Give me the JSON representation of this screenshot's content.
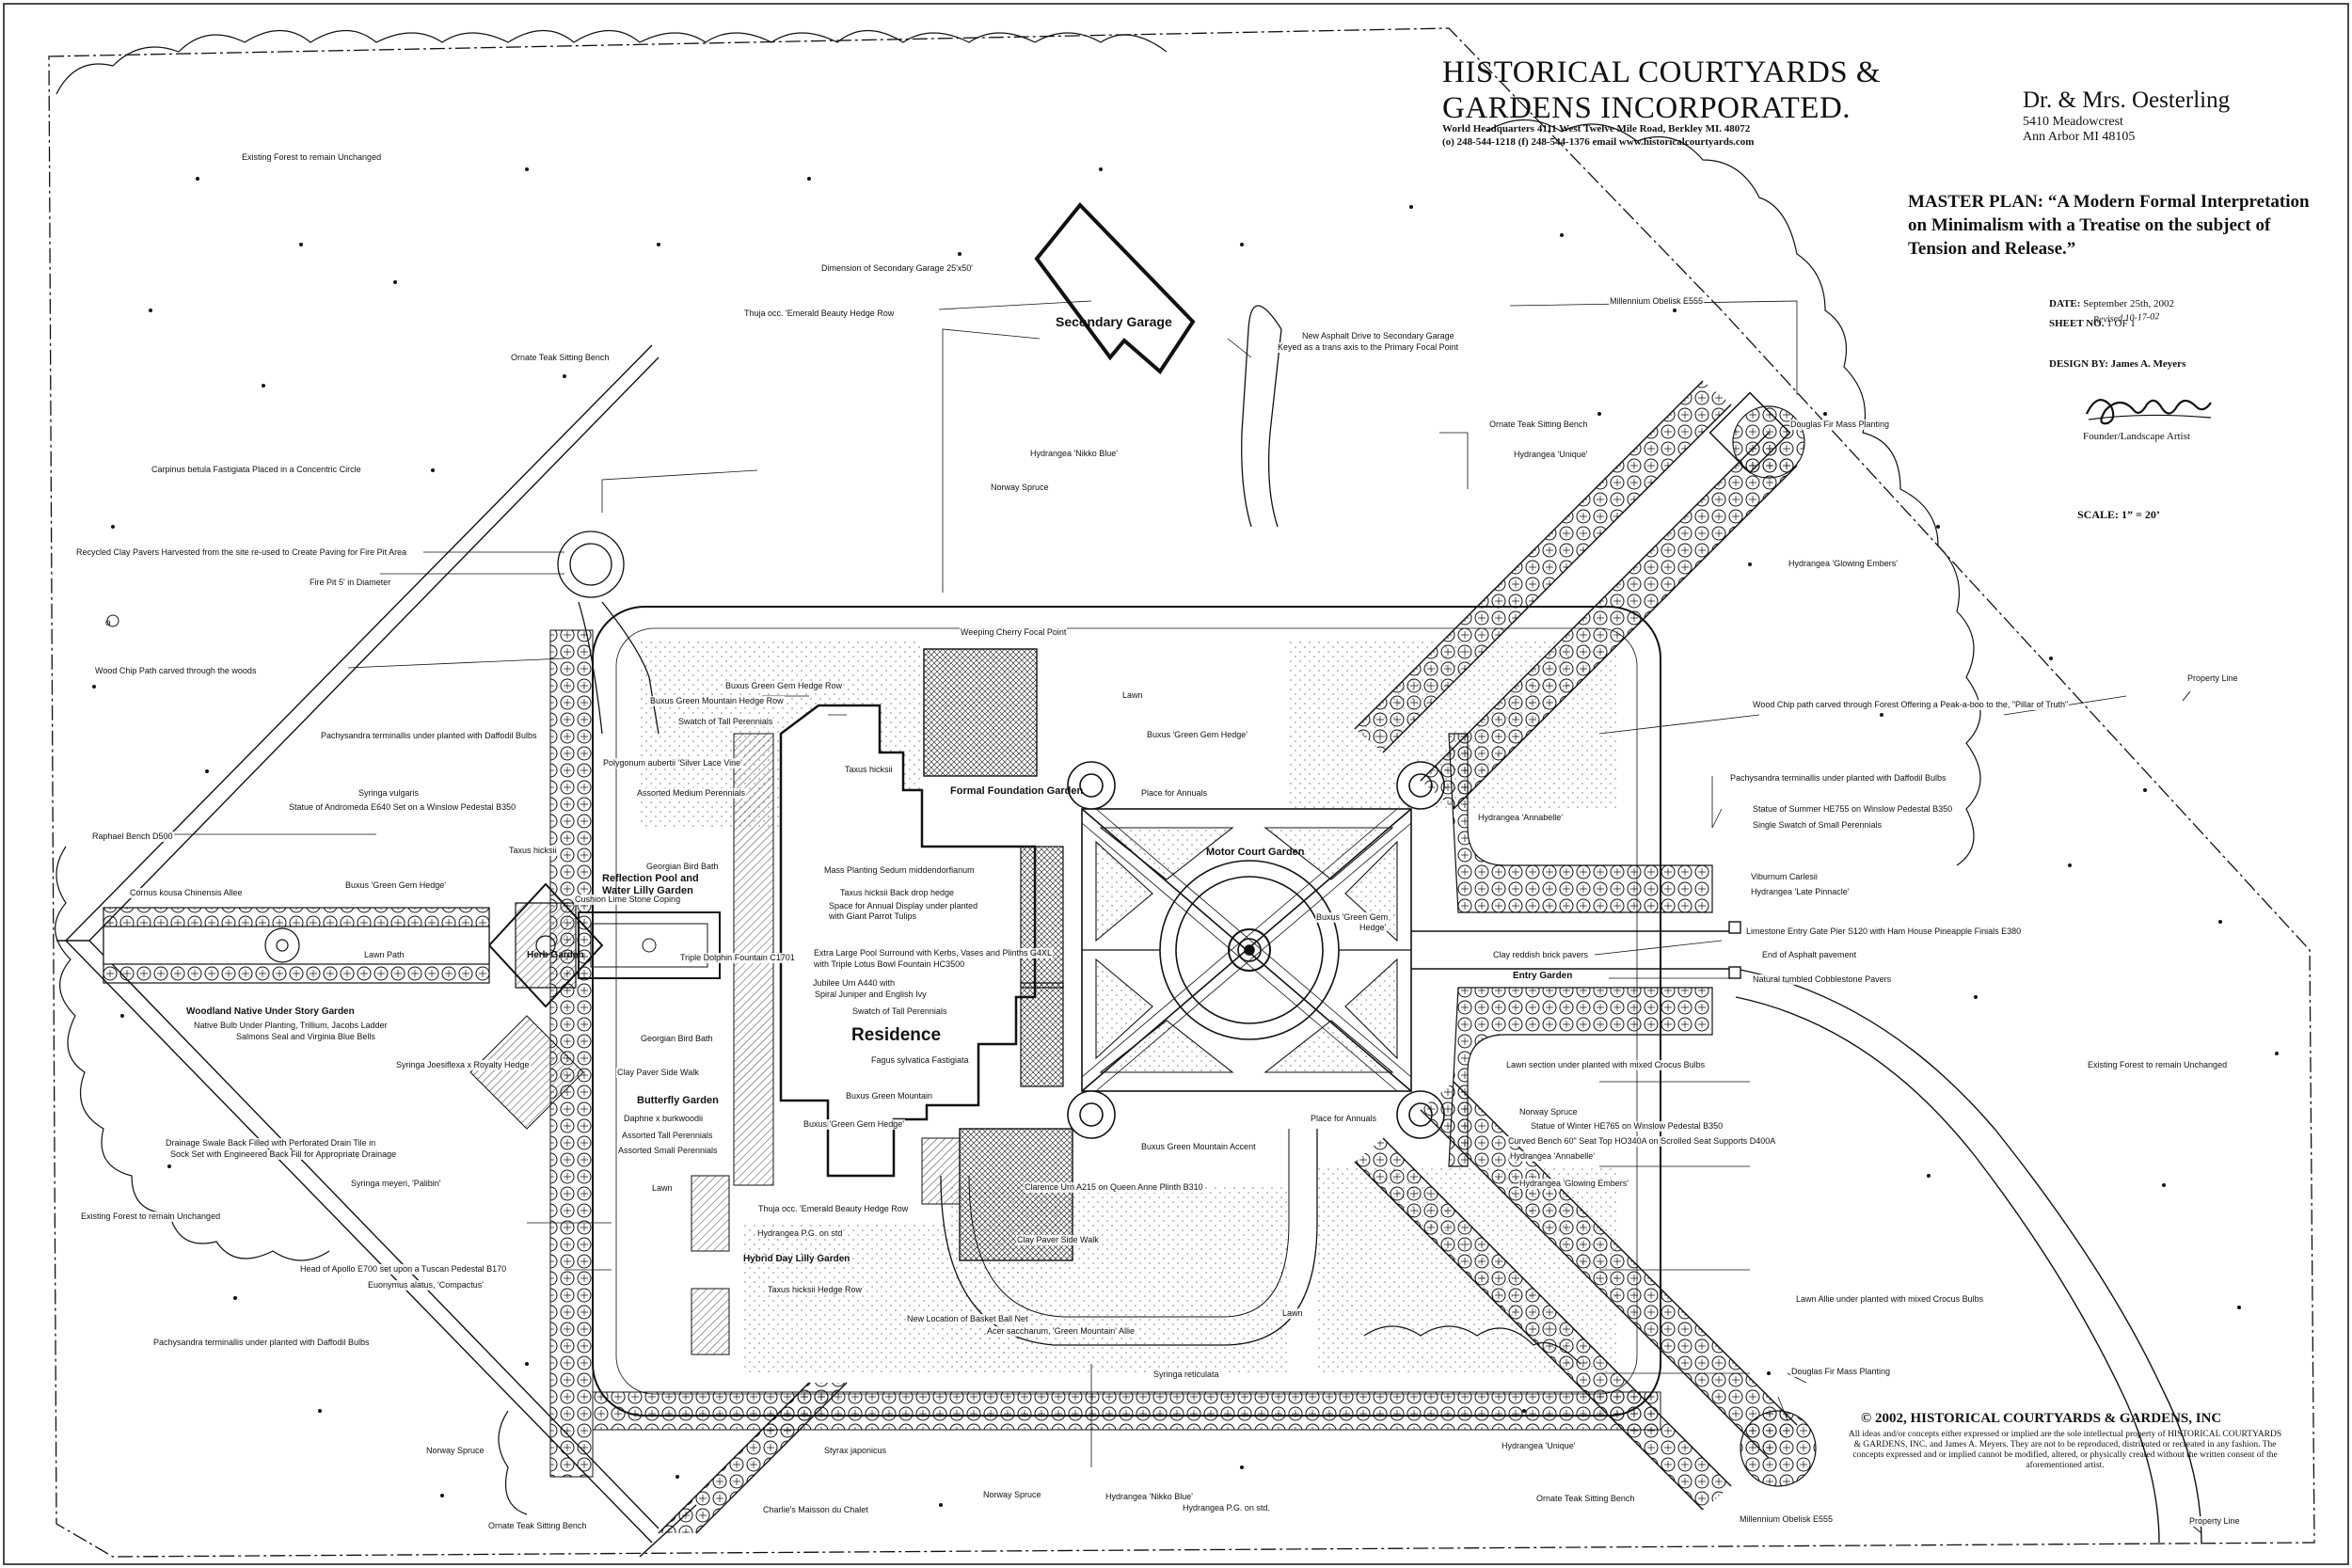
{
  "firm": {
    "name_line1": "HISTORICAL COURTYARDS &",
    "name_line2": "GARDENS INCORPORATED.",
    "address": "World Headquarters 4111 West Twelve Mile Road, Berkley MI. 48072",
    "contact": "(o) 248-544-1218   (f) 248-544-1376   email www.historicalcourtyards.com"
  },
  "client": {
    "name": "Dr. & Mrs. Oesterling",
    "street": "5410 Meadowcrest",
    "city": "Ann Arbor MI 48105"
  },
  "title_block": {
    "master_plan": "MASTER PLAN: “A Modern Formal Interpretation on Minimalism with a Treatise on the subject of Tension and Release.”",
    "date_label": "DATE:",
    "date_value": "September 25th, 2002",
    "revised": "Revised 10-17-02",
    "sheet_label": "SHEET NO.",
    "sheet_value": "1 OF 1",
    "designer_label": "DESIGN BY:",
    "designer_value": "James A. Meyers",
    "designer_title": "Founder/Landscape Artist",
    "scale_label": "SCALE:",
    "scale_value": "1” = 20’"
  },
  "copyright": {
    "line": "© 2002, HISTORICAL COURTYARDS & GARDENS, INC",
    "text": "All ideas and/or concepts either expressed or implied are the sole intellectual property of HISTORICAL COURTYARDS & GARDENS, INC. and James A. Meyers. They are not to be reproduced, distributed or recreated in any fashion. The concepts expressed and or implied cannot be modified, altered, or physically created without the written consent of the aforementioned artist."
  },
  "garden_titles": {
    "secondary_garage": "Secondary Garage",
    "formal_foundation": "Formal Foundation Garden",
    "motor_court": "Motor Court Garden",
    "reflection_pool": "Reflection Pool and Water Lilly Garden",
    "residence": "Residence",
    "butterfly": "Butterfly Garden",
    "hybrid_day_lilly": "Hybrid Day Lilly Garden",
    "woodland": "Woodland Native Under Story Garden",
    "entry": "Entry Garden",
    "herb": "Herb Garden"
  },
  "labels": {
    "existing_forest_top": "Existing Forest to remain Unchanged",
    "dimension_garage": "Dimension of Secondary Garage 25'x50'",
    "thuja_top": "Thuja occ. 'Emerald Beauty Hedge Row",
    "new_drive": "New Asphalt Drive to Secondary Garage",
    "new_drive_2": "Keyed as a trans axis to the Primary Focal Point",
    "obelisk_top": "Millennium Obelisk E555",
    "teak_top_left": "Ornate Teak Sitting Bench",
    "teak_top_right": "Ornate Teak Sitting Bench",
    "douglas_top": "Douglas Fir Mass Planting",
    "hydrangea_unique_top": "Hydrangea 'Unique'",
    "carpinus": "Carpinus betula Fastigiata  Placed in a Concentric Circle",
    "hydrangea_nikko_top": "Hydrangea 'Nikko Blue'",
    "norway_top": "Norway Spruce",
    "recycled_clay": "Recycled Clay Pavers Harvested from the site re-used to Create Paving for Fire Pit Area",
    "fire_pit": "Fire Pit 5' in Diameter",
    "glowing_top": "Hydrangea 'Glowing Embers'",
    "weeping_cherry": "Weeping Cherry Focal Point",
    "wood_chip_left": "Wood Chip Path carved through the woods",
    "property_line_top": "Property Line",
    "buxus_gg_row": "Buxus Green Gem Hedge Row",
    "buxus_gm_row": "Buxus Green Mountain Hedge Row",
    "lawn_top": "Lawn",
    "swatch_tall_top": "Swatch of Tall Perennials",
    "buxus_gg_hedge_top": "Buxus 'Green Gem Hedge'",
    "wood_chip_right": "Wood Chip path carved through Forest  Offering a Peak-a-boo to the, \"Pillar of Truth\"",
    "pachysandra_left_top": "Pachysandra terminallis under planted with Daffodil Bulbs",
    "polygonum": "Polygonum aubertii 'Silver Lace Vine'",
    "taxus_backdrop_top": "Taxus hicksii",
    "place_annuals_top": "Place for Annuals",
    "pachysandra_right": "Pachysandra terminallis under planted with Daffodil Bulbs",
    "assorted_medium": "Assorted Medium Perennials",
    "syringa_vulgaris": "Syringa vulgaris",
    "andromeda": "Statue of Andromeda E640 Set on a Winslow Pedestal B350",
    "raphael": "Raphael Bench D500",
    "hydrangea_annabelle_top": "Hydrangea 'Annabelle'",
    "summer": "Statue of Summer HE755 on Winslow Pedestal B350",
    "single_swatch": "Single Swatch of Small Perennials",
    "taxus_left": "Taxus hicksii",
    "georgian_top": "Georgian Bird Bath",
    "mass_sedum": "Mass Planting Sedum middendorfianum",
    "taxus_backdrop": "Taxus hicksii Back drop hedge",
    "space_annual": "Space for Annual Display under planted",
    "space_annual_2": "with Giant Parrot Tulips",
    "cornus": "Cornus kousa Chinensis Allee",
    "buxus_gg_left": "Buxus 'Green Gem Hedge'",
    "cushion": "Cushion Lime Stone Coping",
    "viburnum": "Viburnum Carlesii",
    "hydrangea_late": "Hydrangea 'Late Pinnacle'",
    "limestone_pier": "Limestone Entry Gate Pier S120 with Ham House Pineapple Finials E380",
    "lawn_path": "Lawn Path",
    "triple_dolphin": "Triple Dolphin Fountain C1701",
    "extra_large_pool": "Extra Large Pool Surround with Kerbs, Vases and Plinths G4XL",
    "lotus": "with Triple Lotus Bowl Fountain HC3500",
    "buxus_gg_motor": "Buxus 'Green Gem",
    "buxus_gg_motor_2": "Hedge'",
    "clay_brick": "Clay reddish brick pavers",
    "end_asphalt": "End of Asphalt pavement",
    "cobblestone": "Natural tumbled Cobblestone Pavers",
    "jubilee": "Jubilee Urn A440 with",
    "jubilee_2": "Spiral Juniper and English Ivy",
    "native_bulb": "Native Bulb Under Planting, Trillium, Jacobs Ladder",
    "native_bulb_2": "Salmons Seal and Virginia Blue Bells",
    "swatch_tall_mid": "Swatch of Tall Perennials",
    "georgian_mid": "Georgian Bird Bath",
    "fagus": "Fagus sylvatica Fastigiata",
    "syringa_josee": "Syringa Joesiflexa x Royalty Hedge",
    "lawn_mixed_crocus": "Lawn section under planted with mixed Crocus Bulbs",
    "existing_forest_right": "Existing Forest to remain Unchanged",
    "clay_sidewalk_top": "Clay Paver Side Walk",
    "buxus_gm_mid": "Buxus Green Mountain",
    "norway_right": "Norway Spruce",
    "daphne": "Daphne x burkwoodii",
    "buxus_gg_res": "Buxus 'Green Gem Hedge'",
    "place_annuals_bottom": "Place for Annuals",
    "winter": "Statue of Winter HE765 on Winslow Pedestal B350",
    "assorted_tall": "Assorted Tall Perennials",
    "curved_bench": "Curved Bench 60\" Seat Top HO340A on Scrolled Seat Supports D400A",
    "drainage": "Drainage Swale Back Filled with  Perforated Drain Tile in",
    "drainage_2": "Sock Set with Engineered Back Fill for Appropriate Drainage",
    "assorted_small": "Assorted Small Perennials",
    "buxus_gm_accent": "Buxus Green Mountain Accent",
    "hydrangea_annabelle_low": "Hydrangea 'Annabelle'",
    "syringa_meyeri": "Syringa meyeri, 'Palibin'",
    "lawn_left": "Lawn",
    "clarence": "Clarence Urn A215 on Queen Anne Plinth B310",
    "glowing_low": "Hydrangea 'Glowing Embers'",
    "existing_forest_left": "Existing Forest to remain Unchanged",
    "thuja_low": "Thuja occ. 'Emerald Beauty Hedge Row",
    "hydrangea_pg_top": "Hydrangea P.G. on std",
    "clay_sidewalk_low": "Clay Paver Side Walk",
    "apollo": "Head of Apollo E700 set upon a Tuscan Pedestal B170",
    "euonymus": "Euonymus alatus, 'Compactus'",
    "lawn_allie": "Lawn Allie under planted with mixed Crocus Bulbs",
    "taxus_hedge_row": "Taxus hicksii Hedge Row",
    "lawn_low": "Lawn",
    "pachysandra_left_low": "Pachysandra terminallis under planted with Daffodil Bulbs",
    "basket_ball": "New Location of Basket Ball Net",
    "acer": "Acer saccharum, 'Green Mountain' Allie",
    "douglas_low": "Douglas Fir Mass Planting",
    "syringa_reticulata": "Syringa reticulata",
    "styrax": "Styrax japonicus",
    "norway_left": "Norway Spruce",
    "hydrangea_unique_low": "Hydrangea 'Unique'",
    "norway_bottom": "Norway Spruce",
    "hydrangea_nikko_low": "Hydrangea 'Nikko Blue'",
    "hydrangea_pg_low": "Hydrangea P.G. on std.",
    "teak_bottom_right": "Ornate Teak Sitting Bench",
    "charlies": "Charlie's Maisson du Chalet",
    "obelisk_bottom": "Millennium Obelisk E555",
    "teak_bottom_left": "Ornate Teak Sitting Bench",
    "property_line_bottom": "Property Line"
  },
  "colors": {
    "ink": "#111111",
    "paper": "#ffffff"
  }
}
